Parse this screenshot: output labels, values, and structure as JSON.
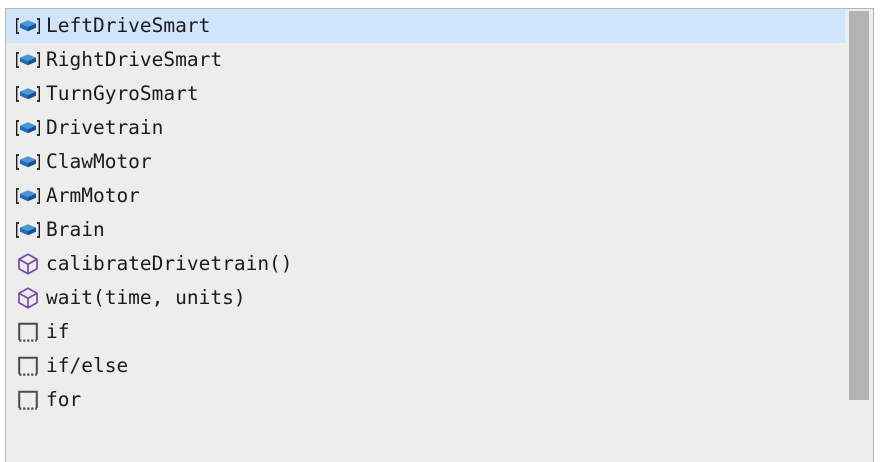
{
  "panel": {
    "name": "toolbox-block-list",
    "background_color": "#ededed",
    "border_color": "#b6b6b6",
    "selection_color": "#d0e4fb",
    "text_color": "#1b1b1b"
  },
  "icons": {
    "device": {
      "name": "bracketed-blue-cube-icon",
      "color": "#1f6bb8",
      "bracket_color": "#1b1b1b"
    },
    "function": {
      "name": "purple-cube-outline-icon",
      "color": "#7c4aa8"
    },
    "control": {
      "name": "dotted-bottom-square-icon",
      "color": "#4a4a4a"
    }
  },
  "list": {
    "items": [
      {
        "label": "LeftDriveSmart",
        "icon": "device",
        "selected": true
      },
      {
        "label": "RightDriveSmart",
        "icon": "device",
        "selected": false
      },
      {
        "label": "TurnGyroSmart",
        "icon": "device",
        "selected": false
      },
      {
        "label": "Drivetrain",
        "icon": "device",
        "selected": false
      },
      {
        "label": "ClawMotor",
        "icon": "device",
        "selected": false
      },
      {
        "label": "ArmMotor",
        "icon": "device",
        "selected": false
      },
      {
        "label": "Brain",
        "icon": "device",
        "selected": false
      },
      {
        "label": "calibrateDrivetrain()",
        "icon": "function",
        "selected": false
      },
      {
        "label": "wait(time, units)",
        "icon": "function",
        "selected": false
      },
      {
        "label": "if",
        "icon": "control",
        "selected": false
      },
      {
        "label": "if/else",
        "icon": "control",
        "selected": false
      },
      {
        "label": "for",
        "icon": "control",
        "selected": false
      }
    ]
  },
  "scrollbar": {
    "name": "vertical-scrollbar",
    "thumb_color": "#b4b4b4",
    "track_color": "#ededed"
  }
}
